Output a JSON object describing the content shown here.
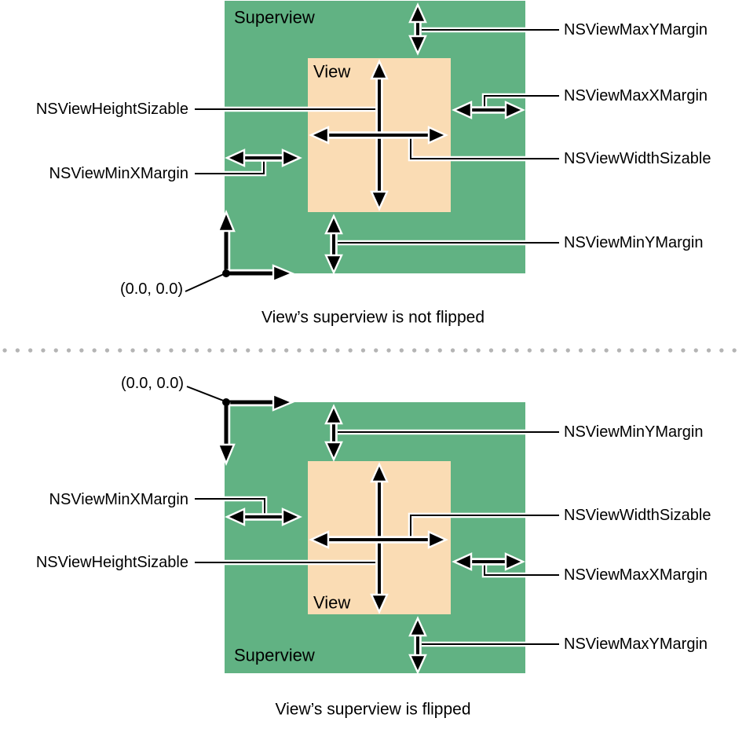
{
  "colors": {
    "superview": "#61B283",
    "view": "#FADCB4",
    "divider_dots": "#B4B4B4",
    "line": "#000000"
  },
  "top": {
    "superview": "Superview",
    "view": "View",
    "origin": "(0.0, 0.0)",
    "max_y": "NSViewMaxYMargin",
    "max_x": "NSViewMaxXMargin",
    "width_sizable": "NSViewWidthSizable",
    "min_y": "NSViewMinYMargin",
    "height_sizable": "NSViewHeightSizable",
    "min_x": "NSViewMinXMargin",
    "caption": "View’s superview is not flipped"
  },
  "bottom": {
    "superview": "Superview",
    "view": "View",
    "origin": "(0.0, 0.0)",
    "min_y": "NSViewMinYMargin",
    "width_sizable": "NSViewWidthSizable",
    "max_x": "NSViewMaxXMargin",
    "max_y": "NSViewMaxYMargin",
    "height_sizable": "NSViewHeightSizable",
    "min_x": "NSViewMinXMargin",
    "caption": "View’s superview is flipped"
  }
}
